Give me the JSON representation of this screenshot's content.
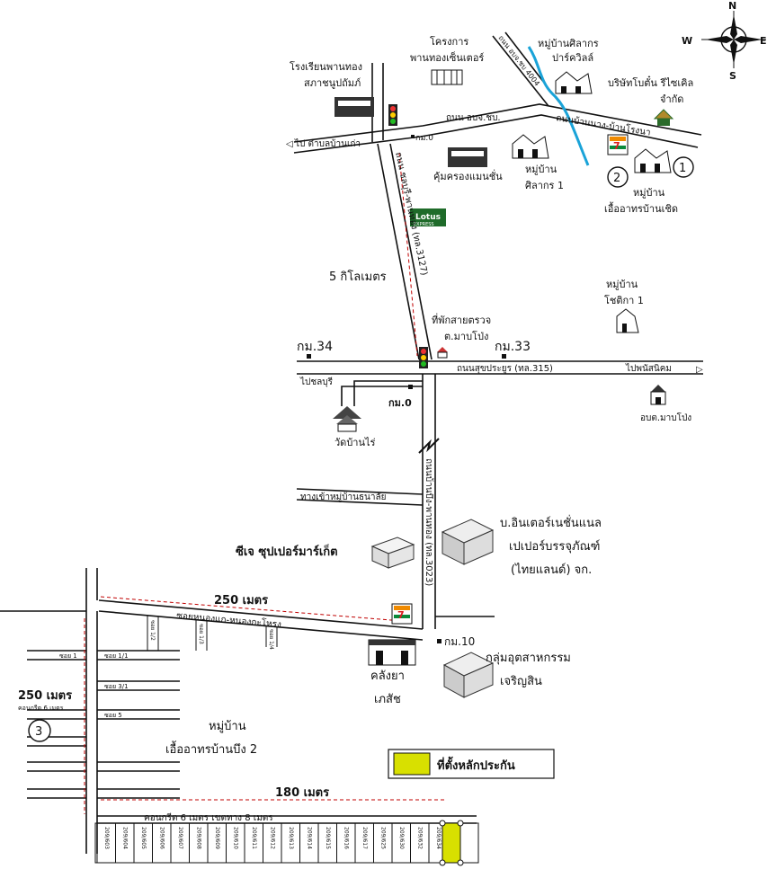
{
  "compass": {
    "n": "N",
    "s": "S",
    "e": "E",
    "w": "W"
  },
  "labels": {
    "school": [
      "โรงเรียนพานทอง",
      "สภาชนูปถัมภ์"
    ],
    "project": [
      "โครงการ",
      "พานทองเซ็นเตอร์"
    ],
    "silakorn_park": [
      "หมู่บ้านศิลากร",
      "ปาร์ควิลล์"
    ],
    "road_4004": "ถนน อบจ.ชบ 4004",
    "recycle": [
      "บริษัทโบตั๋น รีไซเคิล",
      "จำกัด"
    ],
    "road_obj": "ถนน อบจ.ชบ.",
    "road_bannang": "ถนนบ้านนาง-บ้านโรงนา",
    "to_tambon": "ไป ตำบลบ้านเก่า",
    "km0_top": "กม.0",
    "khum": "คุ้มครองแมนชั่น",
    "silakorn1": [
      "หมู่บ้าน",
      "ศิลากร 1"
    ],
    "ua_choet": [
      "หมู่บ้าน",
      "เอื้ออาทรบ้านเชิด"
    ],
    "road_3127": "ถนน ชลบุรี-พานทอง (ทล.3127)",
    "lotus": [
      "Lotus",
      "EXPRESS"
    ],
    "five_km": "5 กิโลเมตร",
    "police": [
      "ที่พักสายตรวจ",
      "ต.มาบโป่ง"
    ],
    "chotika": [
      "หมู่บ้าน",
      "โชติกา 1"
    ],
    "km34": "กม.34",
    "km33": "กม.33",
    "road_315": "ถนนสุขประยูร (ทล.315)",
    "to_phanat": "ไปพนัสนิคม",
    "to_chon": "ไปชลบุรี",
    "km0_mid": "กม.0",
    "obt": "อบต.มาบโป่ง",
    "temple": "วัดบ้านไร่",
    "road_3023": "ถนนบ้านบึง-พานทอง (ทล.3023)",
    "to_thanalai": "ทางเข้าหมู่บ้านธนาลัย",
    "paper": [
      "บ.อินเตอร์เนชั่นแนล",
      "เปเปอร์บรรจุภัณฑ์",
      "(ไทยแลนด์) จก."
    ],
    "cj": "ซีเจ ซุปเปอร์มาร์เก็ต",
    "dim_250_h": "250 เมตร",
    "soi_nongkae": "ซอยหนองแก-หนองกะโหรง",
    "soi_1_2": "ซอย 1/2",
    "soi_1_3": "ซอย 1/3",
    "soi_1_4": "ซอย 1/4",
    "soi_1": "ซอย 1",
    "soi_1_1": "ซอย 1/1",
    "soi_3_1": "ซอย 3/1",
    "soi_5": "ซอย 5",
    "warehouse": [
      "คลังยา",
      "เภสัช"
    ],
    "km10": "กม.10",
    "industrial": [
      "กลุ่มอุตสาหกรรม",
      "เจริญสิน"
    ],
    "dim_250_v": "250 เมตร",
    "concrete_6m": "คอนกรีต 6 เมตร",
    "ua_bueng2": [
      "หมู่บ้าน",
      "เอื้ออาทรบ้านบึง 2"
    ],
    "dim_180": "180 เมตร",
    "concrete_bottom": "คอนกรีต 6 เมตร เขตทาง 8 เมตร",
    "legend": "ที่ตั้งหลักประกัน",
    "marker1": "1",
    "marker2": "2",
    "marker3": "3",
    "seven_eleven": "7",
    "plots": [
      "209/603",
      "209/604",
      "209/605",
      "209/606",
      "209/607",
      "209/608",
      "209/609",
      "209/610",
      "209/611",
      "209/612",
      "209/613",
      "209/614",
      "209/615",
      "209/616",
      "209/617",
      "209/625",
      "209/630",
      "209/632",
      "209/634"
    ]
  },
  "colors": {
    "collateral": "#d8e000",
    "river": "#1aa3d8",
    "dimension": "#c00000",
    "seven_green": "#0a8a3a",
    "seven_red": "#d81e1e",
    "seven_orange": "#f08a00",
    "lotus_green": "#1f6b2a"
  }
}
